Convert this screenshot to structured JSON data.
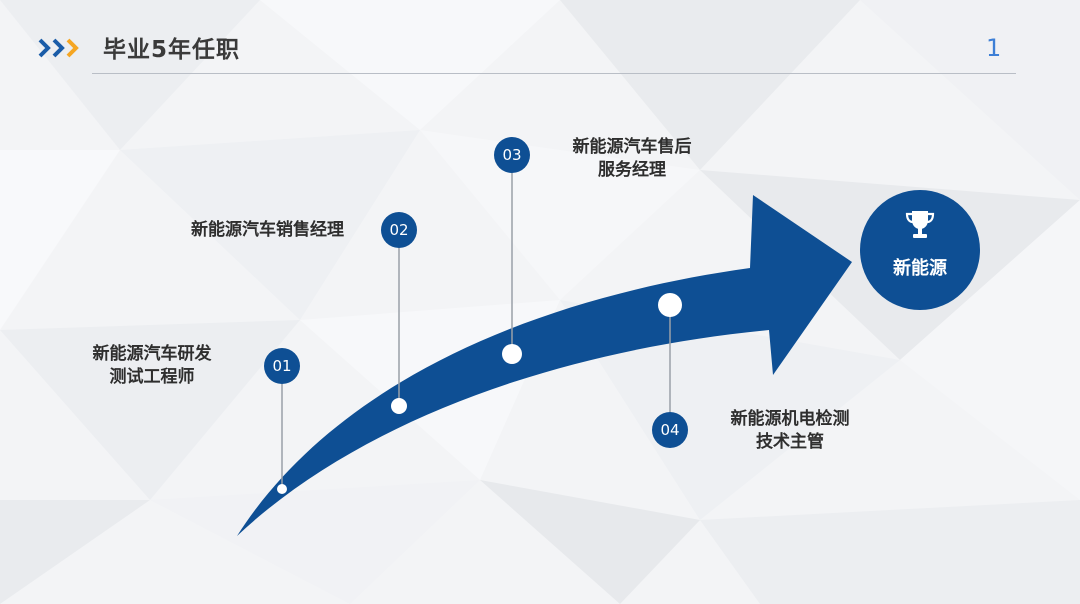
{
  "header": {
    "title": "毕业5年任职",
    "page_number": "1"
  },
  "steps": [
    {
      "number": "01",
      "label_line1": "新能源汽车研发",
      "label_line2": "测试工程师"
    },
    {
      "number": "02",
      "label_line1": "新能源汽车销售经理",
      "label_line2": ""
    },
    {
      "number": "03",
      "label_line1": "新能源汽车售后",
      "label_line2": "服务经理"
    },
    {
      "number": "04",
      "label_line1": "新能源机电检测",
      "label_line2": "技术主管"
    }
  ],
  "goal": {
    "label": "新能源",
    "icon": "trophy-icon"
  },
  "colors": {
    "accent_blue": "#0e4f94",
    "chevron_blue": "#1a5ca8",
    "chevron_orange": "#f5a623",
    "title_text": "#3a3a3a",
    "page_number": "#3d7fd6"
  }
}
